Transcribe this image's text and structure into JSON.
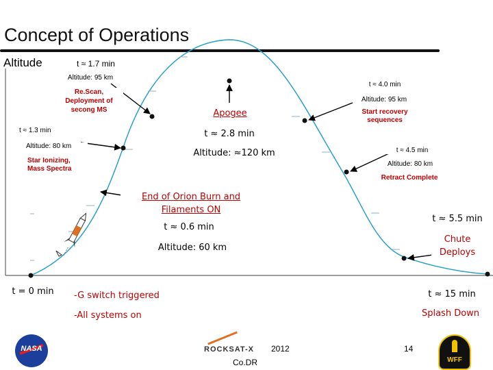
{
  "slide": {
    "title": "Concept of Operations",
    "y_axis_label": "Altitude",
    "page_number": "14",
    "footer_mid": "2012",
    "footer_bottom": "Co.DR"
  },
  "labels": {
    "launch": {
      "time": "t = 0 min"
    },
    "burn": {
      "heading_1": "End of Orion Burn and",
      "heading_2": "Filaments ON",
      "time": "t ≈ 0.6 min",
      "altitude": "Altitude: 60 km"
    },
    "star": {
      "time": "t ≈ 1.3 min",
      "altitude": "Altitude: 80 km",
      "event_1": "Star Ionizing,",
      "event_2": "Mass Spectra"
    },
    "rescan": {
      "time": "t ≈ 1.7 min",
      "altitude": "Altitude: 95 km",
      "event_1": "Re.Scan,",
      "event_2": "Deployment of",
      "event_3": "secong MS"
    },
    "apogee": {
      "heading": "Apogee",
      "time": "t ≈ 2.8 min",
      "altitude": "Altitude: ≈120 km"
    },
    "recovery": {
      "time": "t ≈ 4.0 min",
      "altitude": "Altitude: 95 km",
      "event_1": "Start recovery",
      "event_2": "sequences"
    },
    "retract": {
      "time": "t ≈ 4.5 min",
      "altitude": "Altitude: 80 km",
      "event": "Retract Complete"
    },
    "chute": {
      "time": "t ≈ 5.5 min",
      "event_1": "Chute",
      "event_2": "Deploys"
    },
    "splash": {
      "time": "t ≈ 15 min",
      "event": "Splash Down"
    },
    "systems": {
      "line_1": "-G switch triggered",
      "line_2": "-All systems on"
    }
  },
  "logos": {
    "nasa": "NASA",
    "rocksat": "ROCKSAT-X",
    "wff": "WFF"
  },
  "colors": {
    "trajectory": "#2aa0c8",
    "event_red": "#c00000",
    "accent_yellow": "#f2c200"
  }
}
